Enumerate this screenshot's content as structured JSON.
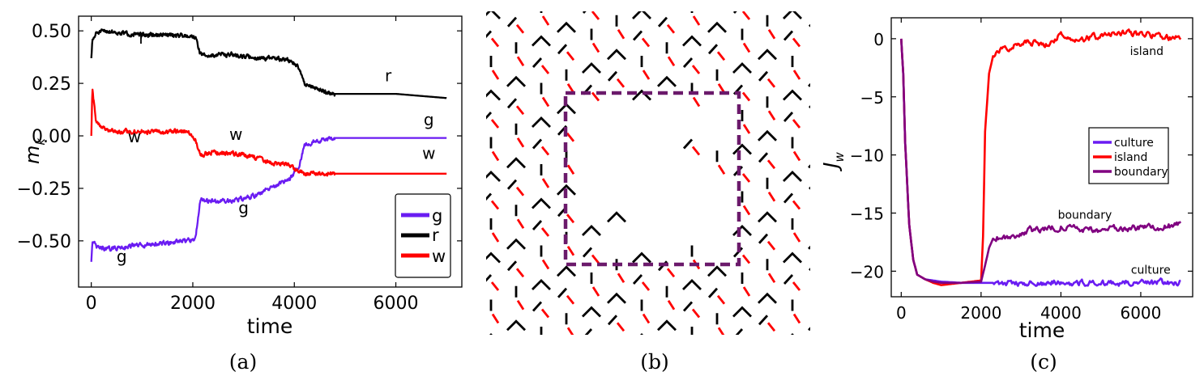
{
  "panels": {
    "a": {
      "caption": "(a)"
    },
    "b": {
      "caption": "(b)"
    },
    "c": {
      "caption": "(c)"
    }
  },
  "chart_data": [
    {
      "panel": "(a)",
      "type": "line",
      "xlabel": "time",
      "ylabel": "m_k",
      "ylabel_main": "m",
      "ylabel_sub": "k",
      "xlim": [
        -250,
        7300
      ],
      "ylim": [
        -0.72,
        0.57
      ],
      "xticks": [
        0,
        2000,
        4000,
        6000
      ],
      "xtick_labels": [
        "0",
        "2000",
        "4000",
        "6000"
      ],
      "yticks": [
        0.5,
        0.25,
        0.0,
        -0.25,
        -0.5
      ],
      "ytick_labels": [
        "0.50",
        "0.25",
        "0.00",
        "−0.25",
        "−0.50"
      ],
      "legend_position": "lower-right",
      "series": [
        {
          "name": "g",
          "color": "#6a1cf2",
          "x": [
            0,
            20,
            100,
            300,
            600,
            1000,
            1500,
            1900,
            2050,
            2150,
            2300,
            2600,
            3000,
            3300,
            3600,
            3900,
            4100,
            4200,
            4400,
            4600,
            4800,
            5000,
            6000,
            7000
          ],
          "values": [
            -0.6,
            -0.5,
            -0.53,
            -0.54,
            -0.53,
            -0.52,
            -0.51,
            -0.5,
            -0.49,
            -0.3,
            -0.31,
            -0.31,
            -0.3,
            -0.28,
            -0.24,
            -0.21,
            -0.14,
            -0.04,
            -0.03,
            -0.02,
            -0.01,
            -0.01,
            -0.01,
            -0.01
          ]
        },
        {
          "name": "r",
          "color": "#000000",
          "x": [
            0,
            20,
            100,
            300,
            600,
            1000,
            1500,
            1900,
            2050,
            2150,
            2300,
            2600,
            3000,
            3300,
            3600,
            3900,
            4100,
            4200,
            4400,
            4600,
            4800,
            5000,
            6000,
            7000
          ],
          "values": [
            0.37,
            0.45,
            0.49,
            0.5,
            0.49,
            0.48,
            0.48,
            0.48,
            0.47,
            0.39,
            0.38,
            0.39,
            0.38,
            0.37,
            0.37,
            0.36,
            0.32,
            0.25,
            0.23,
            0.21,
            0.2,
            0.2,
            0.2,
            0.18
          ]
        },
        {
          "name": "w",
          "color": "#ff0000",
          "x": [
            0,
            20,
            100,
            300,
            600,
            1000,
            1500,
            1900,
            2050,
            2150,
            2300,
            2600,
            3000,
            3300,
            3600,
            3900,
            4100,
            4200,
            4400,
            4600,
            4800,
            5000,
            6000,
            7000
          ],
          "values": [
            0.0,
            0.22,
            0.06,
            0.03,
            0.02,
            0.02,
            0.02,
            0.02,
            -0.02,
            -0.09,
            -0.08,
            -0.08,
            -0.09,
            -0.11,
            -0.13,
            -0.14,
            -0.17,
            -0.18,
            -0.18,
            -0.18,
            -0.18,
            -0.18,
            -0.18,
            -0.18
          ]
        }
      ],
      "annotations": [
        {
          "text": "r",
          "x": 1000,
          "y": 0.44
        },
        {
          "text": "r",
          "x": 5850,
          "y": 0.26
        },
        {
          "text": "w",
          "x": 850,
          "y": -0.03
        },
        {
          "text": "w",
          "x": 2850,
          "y": -0.02
        },
        {
          "text": "w",
          "x": 6650,
          "y": -0.11
        },
        {
          "text": "g",
          "x": 6650,
          "y": 0.05
        },
        {
          "text": "g",
          "x": 3000,
          "y": -0.37
        },
        {
          "text": "g",
          "x": 600,
          "y": -0.6
        }
      ]
    },
    {
      "panel": "(c)",
      "type": "line",
      "xlabel": "time",
      "ylabel": "J_w",
      "ylabel_main": "J",
      "ylabel_sub": "w",
      "xlim": [
        -250,
        7300
      ],
      "ylim": [
        -22.2,
        1.8
      ],
      "xticks": [
        0,
        2000,
        4000,
        6000
      ],
      "xtick_labels": [
        "0",
        "2000",
        "4000",
        "6000"
      ],
      "yticks": [
        0,
        -5,
        -10,
        -15,
        -20
      ],
      "ytick_labels": [
        "0",
        "−5",
        "−10",
        "−15",
        "−20"
      ],
      "legend_position": "center-right",
      "series": [
        {
          "name": "culture",
          "color": "#6a1cf2",
          "x": [
            0,
            50,
            100,
            200,
            300,
            400,
            600,
            800,
            1000,
            1500,
            2000,
            2500,
            3000,
            4000,
            5000,
            6000,
            7000
          ],
          "values": [
            0,
            -3,
            -9,
            -16,
            -19,
            -20.3,
            -20.7,
            -20.8,
            -20.9,
            -21.0,
            -21.0,
            -21.0,
            -21.0,
            -21.0,
            -21.0,
            -21.0,
            -21.0
          ]
        },
        {
          "name": "island",
          "color": "#ff0000",
          "x": [
            0,
            50,
            100,
            200,
            300,
            400,
            600,
            800,
            1000,
            1500,
            2000,
            2050,
            2100,
            2200,
            2300,
            2500,
            2800,
            3200,
            3600,
            4000,
            4500,
            5000,
            5500,
            6000,
            6500,
            7000
          ],
          "values": [
            0,
            -3,
            -9,
            -16,
            -19,
            -20.3,
            -20.7,
            -21.0,
            -21.2,
            -21.0,
            -20.8,
            -17,
            -8,
            -3,
            -1.5,
            -1.0,
            -0.6,
            -0.3,
            -0.5,
            0.3,
            0.0,
            0.2,
            0.5,
            0.4,
            0.2,
            0.0
          ]
        },
        {
          "name": "boundary",
          "color": "#800080",
          "x": [
            0,
            50,
            100,
            200,
            300,
            400,
            600,
            800,
            1000,
            1500,
            2000,
            2100,
            2200,
            2300,
            2500,
            2800,
            3200,
            3600,
            4000,
            4500,
            5000,
            5500,
            6000,
            6500,
            7000
          ],
          "values": [
            0,
            -3,
            -9,
            -16,
            -19,
            -20.3,
            -20.7,
            -20.9,
            -21.0,
            -21.0,
            -20.9,
            -19.5,
            -18,
            -17.2,
            -17.0,
            -17.0,
            -16.5,
            -16.3,
            -16.2,
            -16.4,
            -16.5,
            -16.3,
            -16.3,
            -16.2,
            -16.0
          ]
        }
      ],
      "annotations": [
        {
          "text": "island",
          "x": 6150,
          "y": -1.4
        },
        {
          "text": "boundary",
          "x": 4600,
          "y": -15.5
        },
        {
          "text": "culture",
          "x": 6250,
          "y": -20.2
        }
      ]
    }
  ]
}
